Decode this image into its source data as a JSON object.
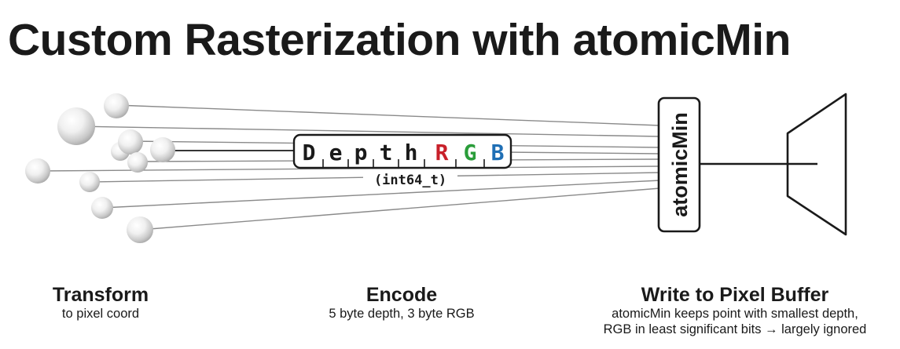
{
  "title": "Custom Rasterization with atomicMin",
  "encoding": {
    "fields": [
      {
        "label": "D",
        "color": "#1a1a1a"
      },
      {
        "label": "e",
        "color": "#1a1a1a"
      },
      {
        "label": "p",
        "color": "#1a1a1a"
      },
      {
        "label": "t",
        "color": "#1a1a1a"
      },
      {
        "label": "h",
        "color": "#1a1a1a"
      },
      {
        "label": "R",
        "color": "#c8202a"
      },
      {
        "label": "G",
        "color": "#2a9d3a"
      },
      {
        "label": "B",
        "color": "#1f6fb5"
      }
    ],
    "type_label": "(int64_t)"
  },
  "atomic_label": "atomicMin",
  "captions": {
    "transform": {
      "heading": "Transform",
      "sub": "to pixel coord"
    },
    "encode": {
      "heading": "Encode",
      "sub": "5 byte depth, 3 byte RGB"
    },
    "write": {
      "heading": "Write to Pixel Buffer",
      "sub1": "atomicMin keeps point with smallest depth,",
      "sub2": "RGB in least significant bits → largely ignored"
    }
  }
}
